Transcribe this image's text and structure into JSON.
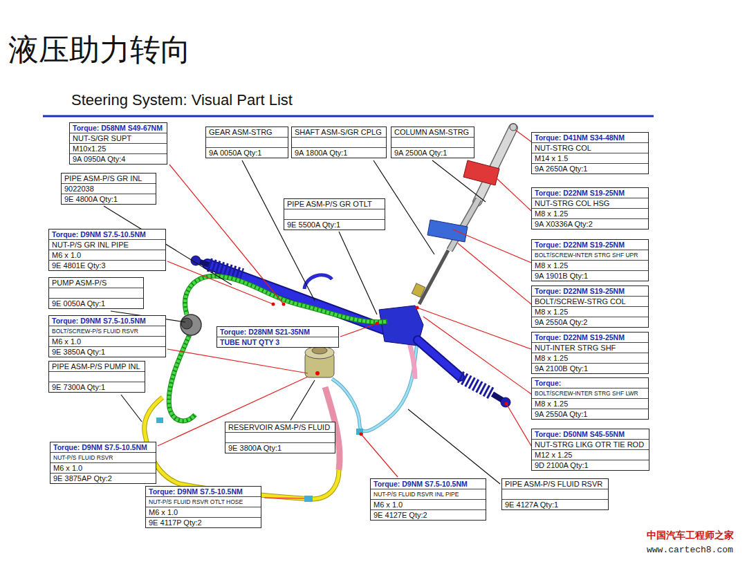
{
  "diagram": {
    "title": "液压助力转向",
    "nodes": [
      {
        "text": [
          "Torque: D58NM S49-67NM",
          "NUT-S/GR SUPT",
          "M10x1.25",
          "9A 0950A Qty:4"
        ]
      },
      {
        "text": [
          "GEAR ASM-STRG",
          "9A 0050A Qty:1"
        ]
      },
      {
        "text": [
          "SHAFT ASM-S/GR CPLG",
          "9A 1800A Qty:1"
        ]
      },
      {
        "text": [
          "COLUMN ASM-STRG",
          "9A 2500A Qty:1"
        ]
      },
      {
        "text": [
          "Torque: D41NM S34-48NM",
          "NUT-STRG COL",
          "M14 x 1.5",
          "9A 2650A Qty:1"
        ]
      },
      {
        "text": [
          "PIPE ASM-P/S GR INL",
          "9022038",
          "9E 4800A Qty:1"
        ]
      },
      {
        "text": [
          "PIPE ASM-P/S GR OTLT",
          "9E 5500A Qty:1"
        ]
      },
      {
        "text": [
          "Torque: D22NM S19-25NM",
          "NUT-STRG COL HSG",
          "M8 x 1.25",
          "9A X0336A Qty:2"
        ]
      },
      {
        "text": [
          "Torque: D9NM S7.5-10.5NM",
          "NUT-P/S GR INL PIPE",
          "M6 x 1.0",
          "9E 4801E Qty:3"
        ]
      },
      {
        "text": [
          "Torque: D22NM S19-25NM",
          "BOLT/SCREW-INTER STRG SHF UPR",
          "M8 x 1.25",
          "9A 1901B Qty:1"
        ]
      },
      {
        "text": [
          "PUMP ASM-P/S",
          "9E 0050A Qty:1"
        ]
      },
      {
        "text": [
          "Torque: D22NM S19-25NM",
          "BOLT/SCREW-STRG COL",
          "M8 x 1.25",
          "9A 2550A Qty:2"
        ]
      },
      {
        "text": [
          "Torque: D9NM S7.5-10.5NM",
          "BOLT/SCREW-P/S FLUID RSVR",
          "M6 x 1.0",
          "9E 3850A Qty:1"
        ]
      },
      {
        "text": [
          "Torque: D28NM S21-35NM",
          "TUBE NUT QTY 3"
        ]
      },
      {
        "text": [
          "Torque: D22NM S19-25NM",
          "NUT-INTER STRG SHF",
          "M8 x 1.25",
          "9A 2100B Qty:1"
        ]
      },
      {
        "text": [
          "PIPE ASM-P/S PUMP INL",
          "9E 7300A Qty:1"
        ]
      },
      {
        "text": [
          "Torque:",
          "BOLT/SCREW-INTER STRG SHF LWR",
          "M8 x 1.25",
          "9A 2550A Qty:1"
        ]
      },
      {
        "text": [
          "RESERVOIR ASM-P/S FLUID",
          "9E 3800A Qty:1"
        ]
      },
      {
        "text": [
          "Torque: D50NM S45-55NM",
          "NUT-STRG LIKG OTR TIE ROD",
          "M12 x 1.25",
          "9D 2100A Qty:1"
        ]
      },
      {
        "text": [
          "Torque: D9NM S7.5-10.5NM",
          "NUT-P/S FLUID RSVR",
          "M6 x 1.0",
          "9E 3875AP Qty:2"
        ]
      },
      {
        "text": [
          "Torque: D9NM S7.5-10.5NM",
          "NUT-P/S FLUID RSVR OTLT HOSE",
          "M6 x 1.0",
          "9E 4117P Qty:2"
        ]
      },
      {
        "text": [
          "Torque: D9NM S7.5-10.5NM",
          "NUT-P/S FLUID RSVR INL PIPE",
          "M6 x 1.0",
          "9E 4127E Qty:2"
        ]
      },
      {
        "text": [
          "PIPE ASM-P/S FLUID RSVR",
          "9E 4127A Qty:1"
        ]
      }
    ],
    "labels": [
      "Steering System: Visual Part List",
      "中国汽车工程师之家",
      "www.cartech8.com"
    ]
  }
}
